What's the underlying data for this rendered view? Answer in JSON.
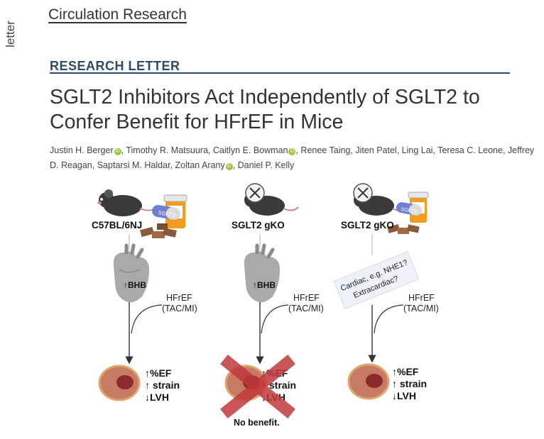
{
  "side_label": "letter",
  "journal": "Circulation Research",
  "section_label": "RESEARCH LETTER",
  "title_line1": "SGLT2 Inhibitors Act Independently of SGLT2 to",
  "title_line2": "Confer Benefit for HFrEF in Mice",
  "authors": [
    {
      "name": "Justin H. Berger",
      "orcid": true,
      "sep": ", "
    },
    {
      "name": "Timothy R. Matsuura",
      "orcid": false,
      "sep": ", "
    },
    {
      "name": "Caitlyn E. Bowman",
      "orcid": true,
      "sep": ", "
    },
    {
      "name": "Renee Taing",
      "orcid": false,
      "sep": ", "
    },
    {
      "name": "Jiten Patel",
      "orcid": false,
      "sep": ", "
    },
    {
      "name": "Ling Lai",
      "orcid": false,
      "sep": ", "
    },
    {
      "name": "Teresa C. Leone",
      "orcid": false,
      "sep": ", "
    },
    {
      "name": "Jeffrey D. Reagan",
      "orcid": false,
      "sep": ", "
    },
    {
      "name": "Saptarsi M. Haldar",
      "orcid": false,
      "sep": ", "
    },
    {
      "name": "Zoltan Arany",
      "orcid": true,
      "sep": ", "
    },
    {
      "name": "Daniel P. Kelly",
      "orcid": false,
      "sep": ""
    }
  ],
  "figure": {
    "pill_label": "SGLT2i",
    "col1": {
      "mouse": "C57BL/6NJ",
      "heart": "↑BHB",
      "hf1": "HFrEF",
      "hf2": "(TAC/MI)",
      "out1": "↑%EF",
      "out2": "↑ strain",
      "out3": "↓LVH"
    },
    "col2": {
      "mouse": "SGLT2 gKO",
      "heart": "↑BHB",
      "hf1": "HFrEF",
      "hf2": "(TAC/MI)",
      "out1": "↑%EF",
      "out2": "↑ strain",
      "out3": "↓LVH",
      "result": "No benefit."
    },
    "col3": {
      "mouse": "SGLT2 gKO",
      "note1": "Cardiac, e.g. NHE1?",
      "note2": "Extracardiac?",
      "hf1": "HFrEF",
      "hf2": "(TAC/MI)",
      "out1": "↑%EF",
      "out2": "↑ strain",
      "out3": "↓LVH"
    },
    "colors": {
      "heart": "#a9a9a9",
      "tissue": "#c97a64",
      "cross": "#c0393b",
      "food": "#8b5a3c",
      "bottle": "#f29b1d"
    }
  }
}
